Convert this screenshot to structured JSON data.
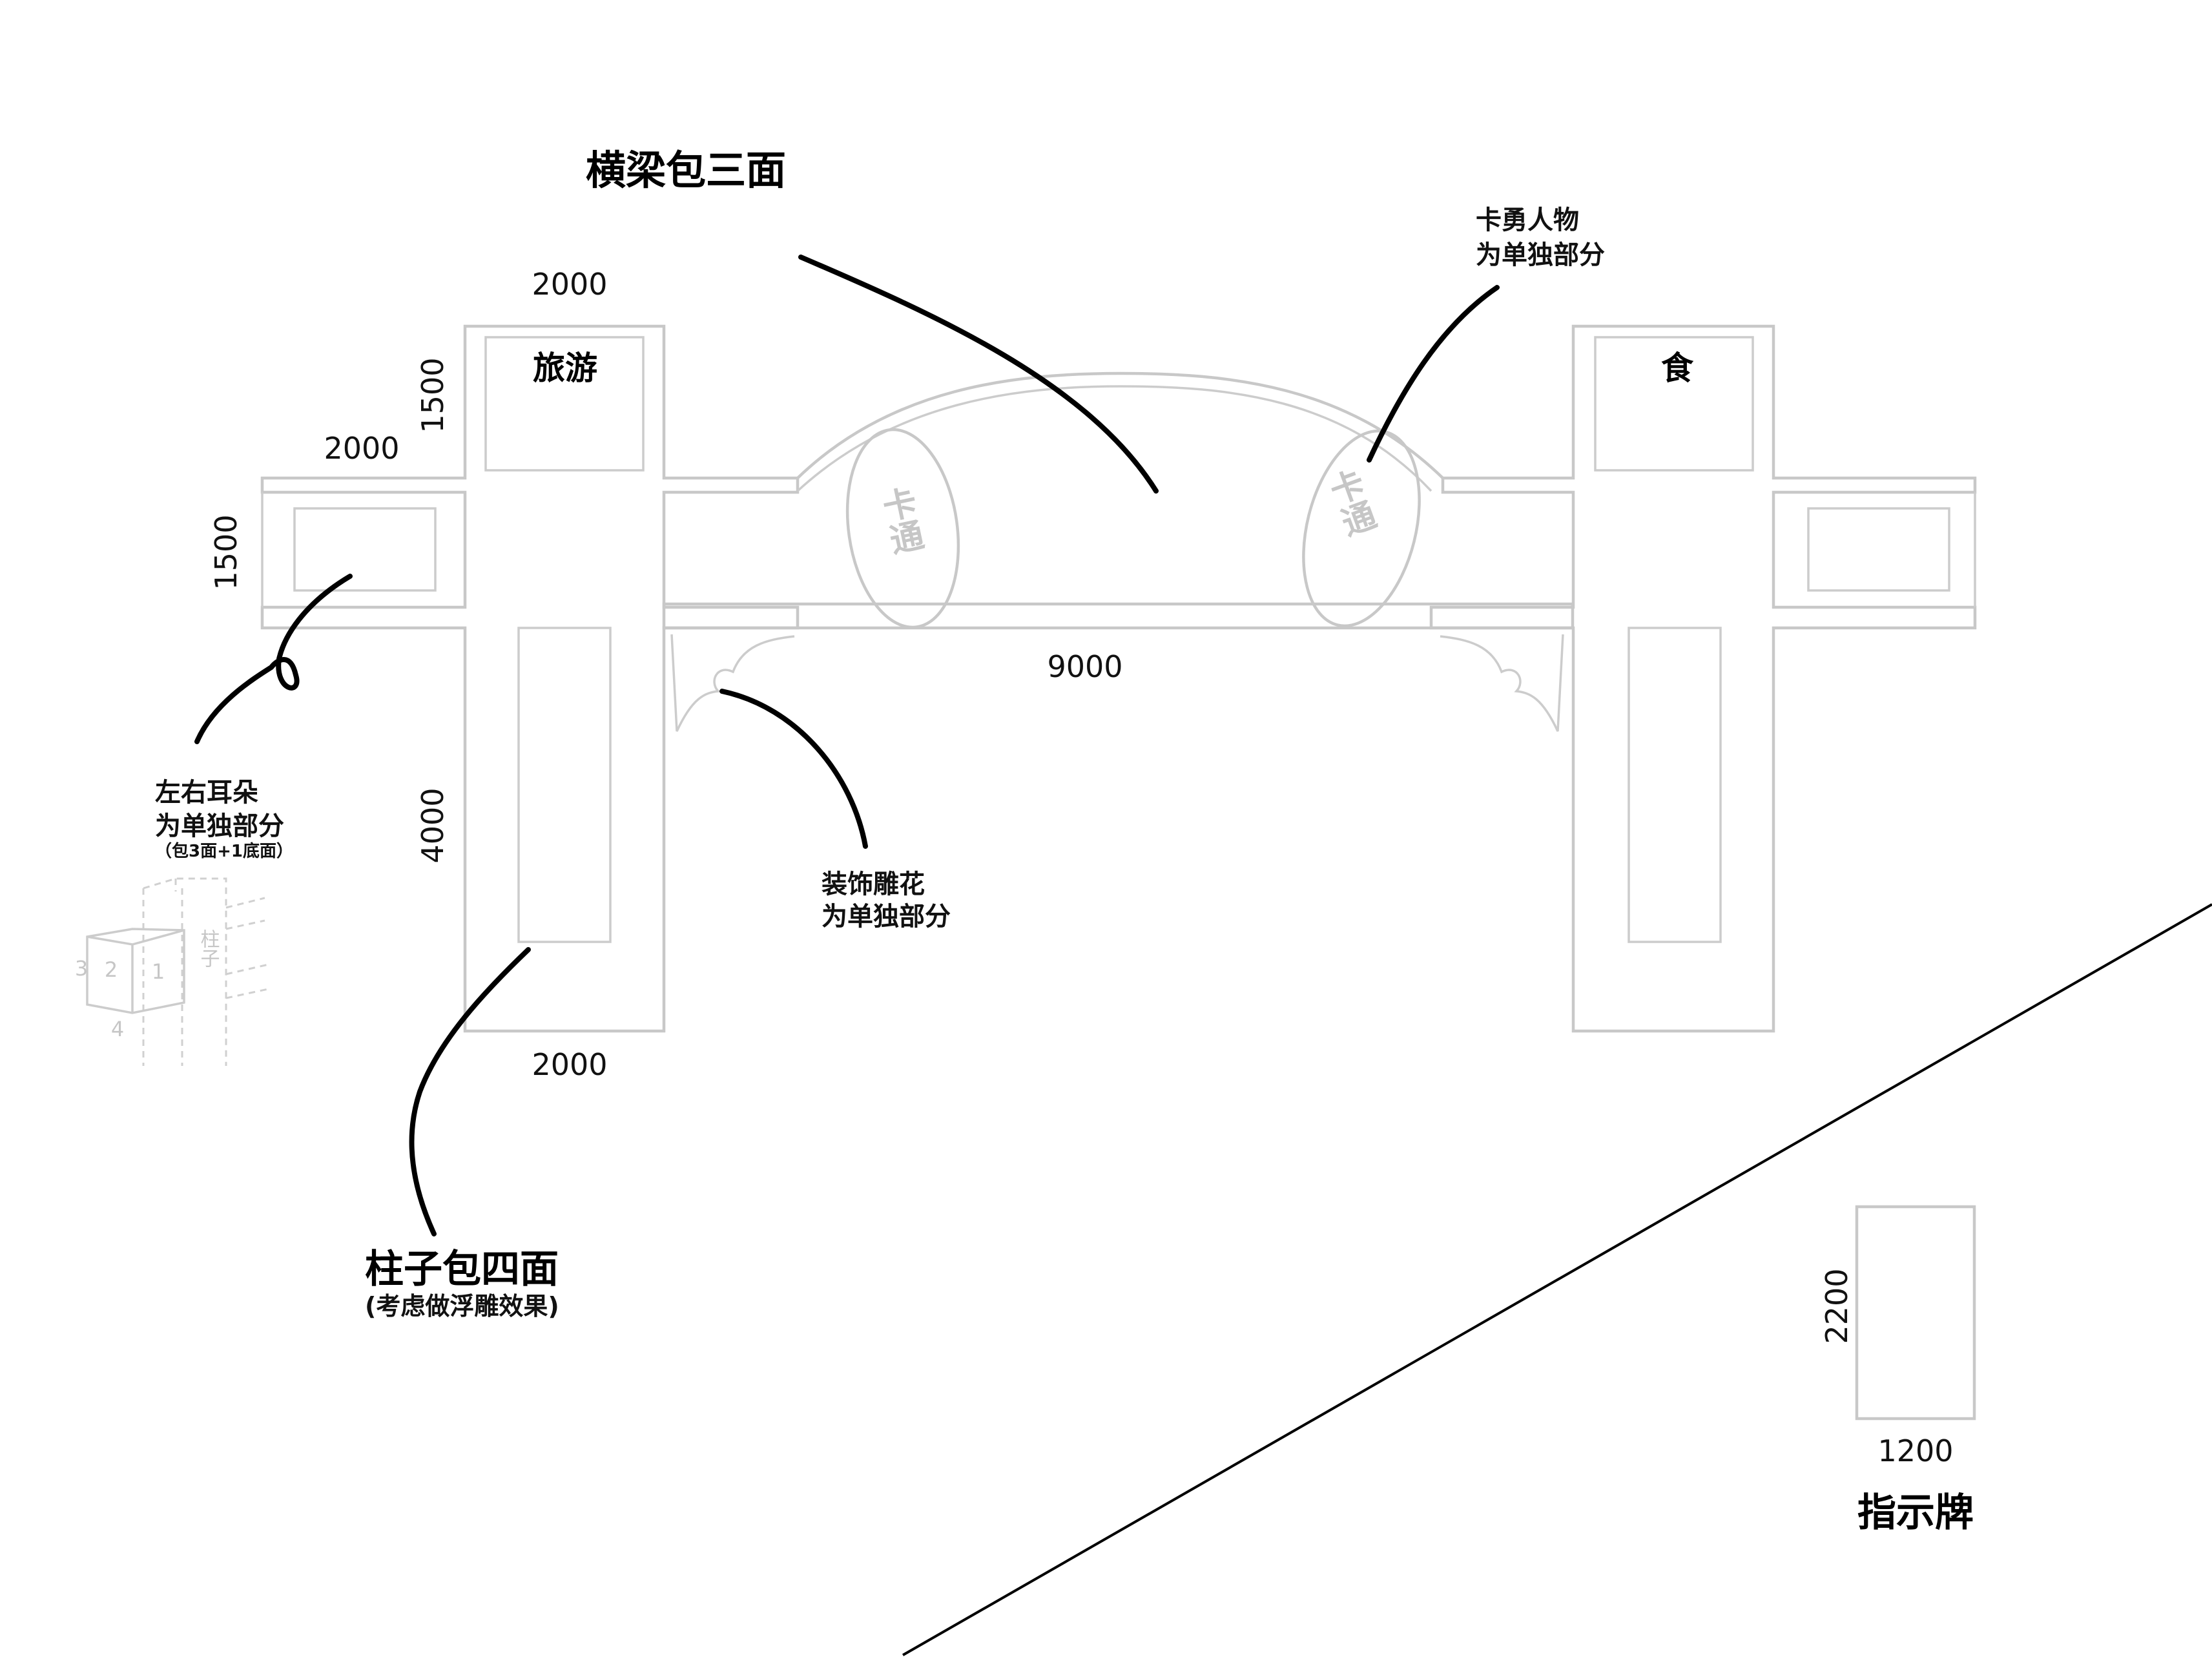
{
  "labels": {
    "beam_title": "横梁包三面",
    "cartoon_note_line1": "卡勇人物",
    "cartoon_note_line2": "为单独部分",
    "ears_note_line1": "左右耳朵",
    "ears_note_line2": "为单独部分",
    "ears_note_sub": "（包3面+1底面）",
    "carving_note_line1": "装饰雕花",
    "carving_note_line2": "为单独部分",
    "pillar_title": "柱子包四面",
    "pillar_sub": "(考虑做浮雕效果)",
    "sign_title": "指示牌"
  },
  "panels": {
    "left_sign": "旅游",
    "right_sign": "食",
    "cartoon_left": "卡通",
    "cartoon_right": "卡通"
  },
  "dimensions": {
    "top_width": "2000",
    "top_height": "1500",
    "ear_width": "2000",
    "ear_height": "1500",
    "pillar_height": "4000",
    "pillar_width": "2000",
    "beam_span": "9000",
    "sign_height": "2200",
    "sign_width": "1200"
  },
  "inset_sketch": {
    "face_1": "1",
    "face_2": "2",
    "face_3": "3",
    "face_4": "4",
    "pillar_label": "柱子"
  }
}
